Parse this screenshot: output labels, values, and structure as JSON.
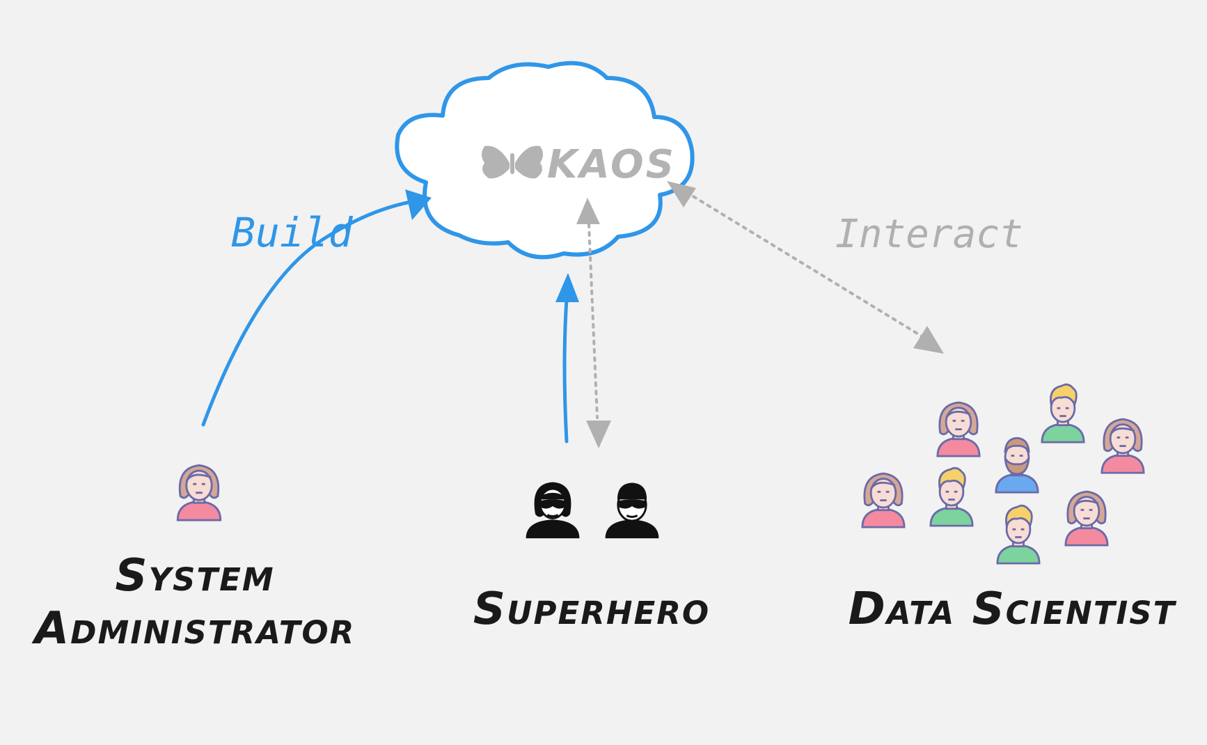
{
  "logo": {
    "text": "KAOS",
    "icon": "butterfly-icon",
    "color": "#b3b3b3"
  },
  "edges": {
    "build": {
      "label": "Build",
      "color": "#2f96e8"
    },
    "interact": {
      "label": "Interact",
      "color": "#b0b0b0"
    }
  },
  "roles": {
    "sysadmin": {
      "line1": "System",
      "line2": "Administrator",
      "avatar": "woman-avatar-icon"
    },
    "superhero": {
      "label": "Superhero",
      "avatars": [
        "masked-woman-icon",
        "masked-man-icon"
      ]
    },
    "data_scientist": {
      "label": "Data Scientist",
      "avatars": [
        "woman-avatar-icon",
        "man-blond-avatar-icon",
        "man-bearded-avatar-icon"
      ]
    }
  },
  "colors": {
    "cloud_stroke": "#2f96e8",
    "background": "#f2f2f2",
    "label": "#1a1a1a"
  }
}
